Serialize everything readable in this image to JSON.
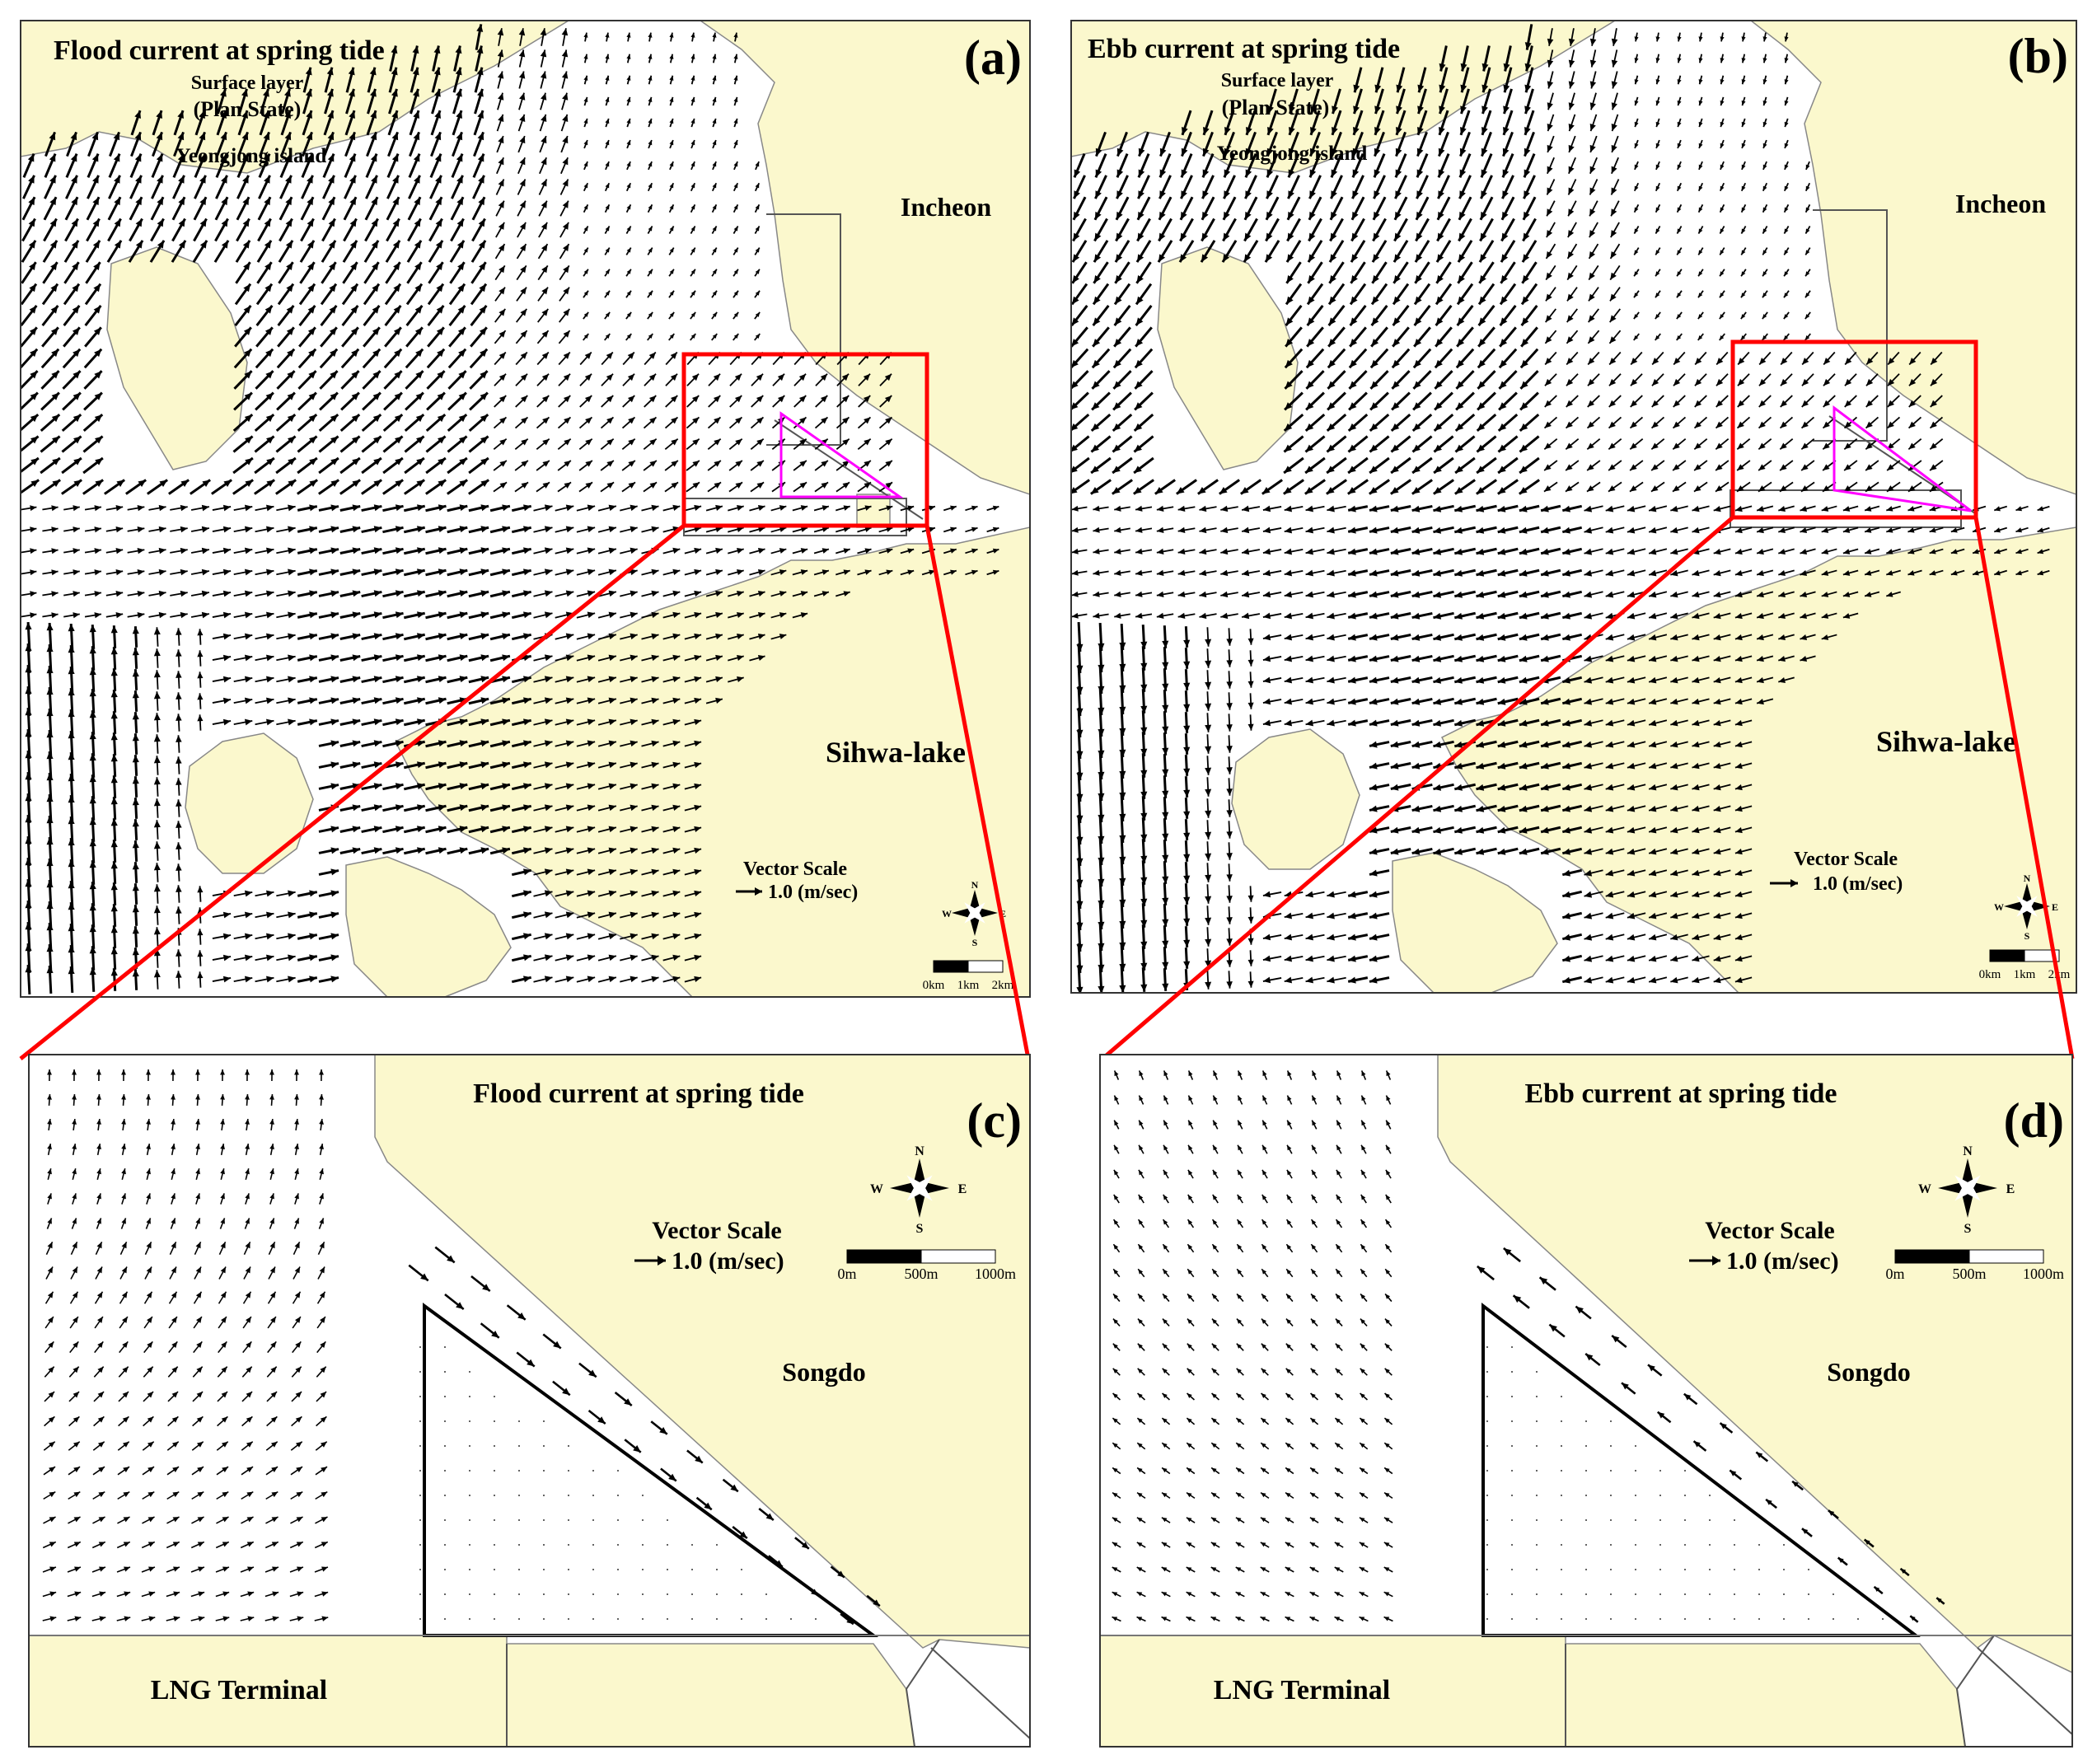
{
  "panels": {
    "a": {
      "letter": "(a)",
      "title": "Flood current at spring tide",
      "layer": "Surface layer",
      "state": "(Plan State)",
      "island": "Yeongjong island",
      "city": "Incheon",
      "lake": "Sihwa-lake",
      "scale_title": "Vector Scale",
      "scale_value": "1.0 (m/sec)",
      "bar_labels": [
        "0km",
        "1km",
        "2km"
      ],
      "current": "flood"
    },
    "b": {
      "letter": "(b)",
      "title": "Ebb current at spring tide",
      "layer": "Surface layer",
      "state": "(Plan State)",
      "island": "Yeongjong island",
      "city": "Incheon",
      "lake": "Sihwa-lake",
      "scale_title": "Vector Scale",
      "scale_value": "1.0 (m/sec)",
      "bar_labels": [
        "0km",
        "1km",
        "2km"
      ],
      "current": "ebb"
    },
    "c": {
      "letter": "(c)",
      "title": "Flood current at spring tide",
      "scale_title": "Vector Scale",
      "scale_value": "1.0 (m/sec)",
      "bar_labels": [
        "0m",
        "500m",
        "1000m"
      ],
      "place": "Songdo",
      "terminal": "LNG Terminal",
      "current": "flood"
    },
    "d": {
      "letter": "(d)",
      "title": "Ebb current at spring tide",
      "scale_title": "Vector Scale",
      "scale_value": "1.0 (m/sec)",
      "bar_labels": [
        "0m",
        "500m",
        "1000m"
      ],
      "place": "Songdo",
      "terminal": "LNG Terminal",
      "current": "ebb"
    }
  },
  "compass": {
    "n": "N",
    "s": "S",
    "e": "E",
    "w": "W"
  },
  "colors": {
    "land": "#fbf8cd",
    "water": "#ffffff",
    "vectors": "#000000",
    "zoom_box": "#ff0000",
    "plan_outline": "#ff00ff",
    "coast": "#888888"
  }
}
